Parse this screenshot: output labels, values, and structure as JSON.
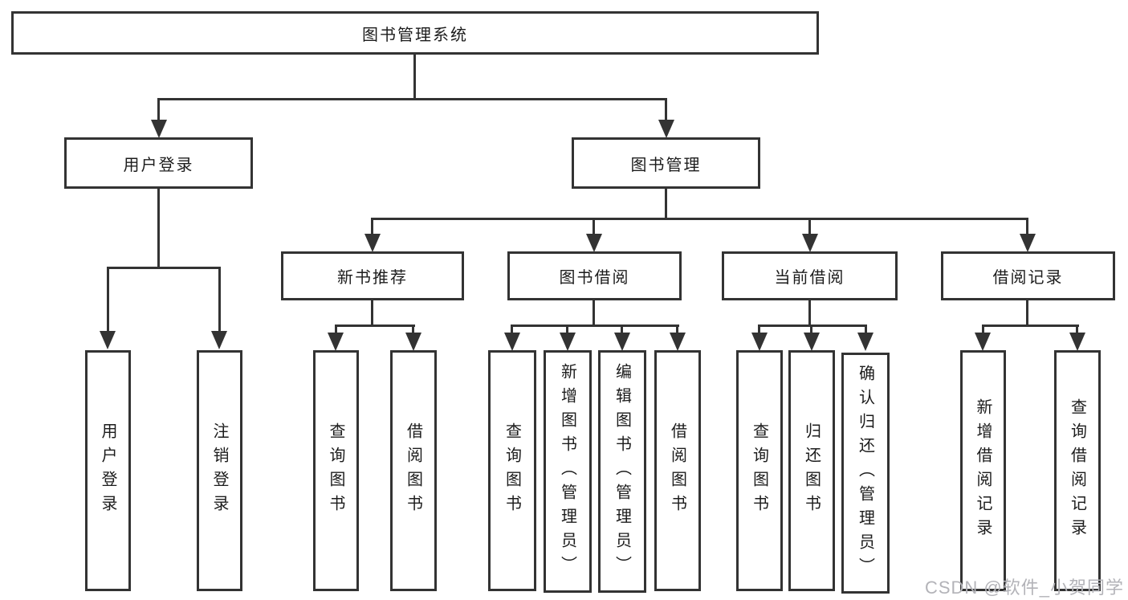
{
  "diagram": {
    "root": {
      "label": "图书管理系统"
    },
    "level2": {
      "user_login": {
        "label": "用户登录"
      },
      "book_management": {
        "label": "图书管理"
      }
    },
    "level3": {
      "new_book_rec": {
        "label": "新书推荐"
      },
      "book_borrowing": {
        "label": "图书借阅"
      },
      "current_borrowing": {
        "label": "当前借阅"
      },
      "borrow_records": {
        "label": "借阅记录"
      }
    },
    "leaves": {
      "user_login": {
        "label": "用户登录"
      },
      "logout": {
        "label": "注销登录"
      },
      "rec_query_books": {
        "label": "查询图书"
      },
      "rec_borrow_books": {
        "label": "借阅图书"
      },
      "bb_query_books": {
        "label": "查询图书"
      },
      "bb_add_books": {
        "label": "新增图书（管理员）"
      },
      "bb_edit_books": {
        "label": "编辑图书（管理员）"
      },
      "bb_borrow_books": {
        "label": "借阅图书"
      },
      "cb_query_books": {
        "label": "查询图书"
      },
      "cb_return_books": {
        "label": "归还图书"
      },
      "cb_confirm_return": {
        "label": "确认归还（管理员）"
      },
      "br_add_record": {
        "label": "新增借阅记录"
      },
      "br_query_record": {
        "label": "查询借阅记录"
      }
    }
  },
  "watermark": {
    "text": "CSDN @软件_小贺同学"
  },
  "colors": {
    "line": "#333333",
    "text": "#1c1c1c",
    "box_fill": "#ffffff",
    "background": "#ffffff",
    "watermark": "#b3b3b8"
  }
}
